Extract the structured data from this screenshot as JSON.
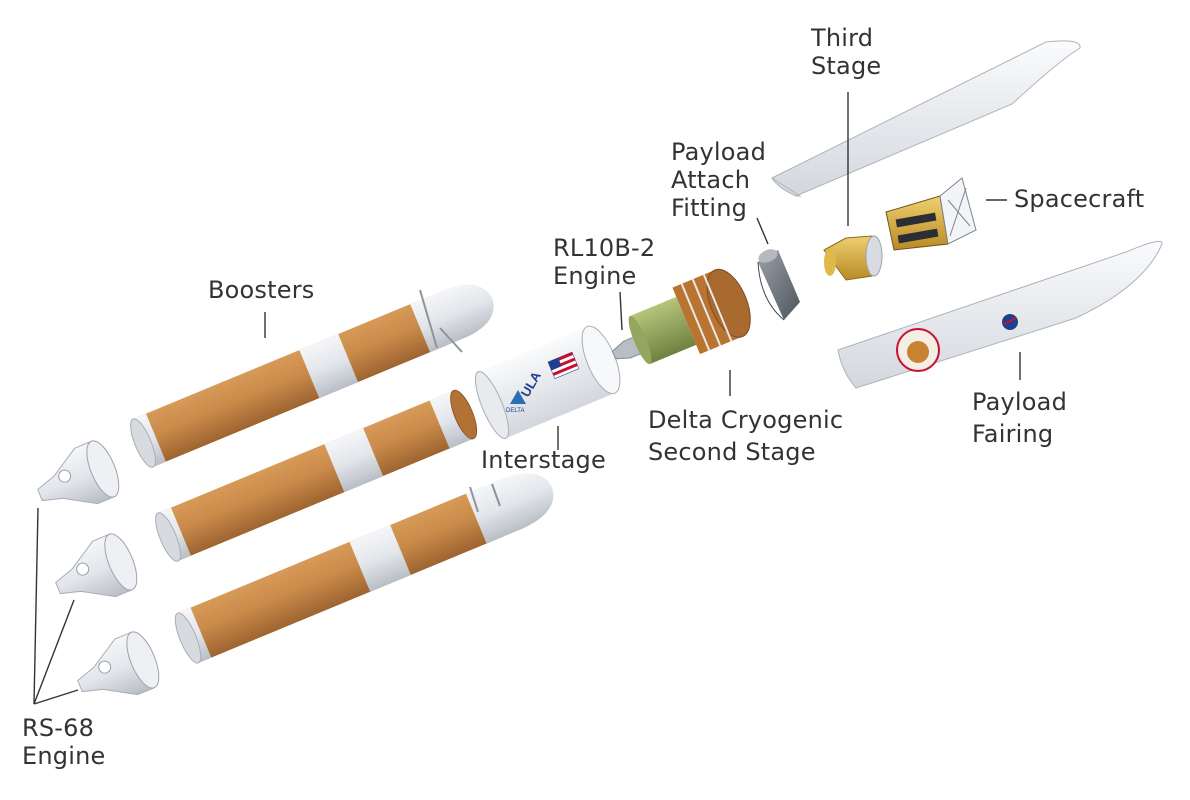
{
  "labels": {
    "boosters": "Boosters",
    "rl10_line1": "RL10B-2",
    "rl10_line2": "Engine",
    "paf_line1": "Payload",
    "paf_line2": "Attach",
    "paf_line3": "Fitting",
    "third_line1": "Third",
    "third_line2": "Stage",
    "spacecraft": "Spacecraft",
    "interstage": "Interstage",
    "dcss_line1": "Delta Cryogenic",
    "dcss_line2": "Second Stage",
    "fairing_line1": "Payload",
    "fairing_line2": "Fairing",
    "rs68_line1": "RS-68",
    "rs68_line2": "Engine"
  },
  "decals": {
    "ula": "ULA",
    "delta": "DELTA"
  },
  "colors": {
    "booster_orange": "#C98A4A",
    "booster_orange_dark": "#A86C34",
    "metal_light": "#E6E8EC",
    "metal_mid": "#C3C7CE",
    "label_text": "#333333",
    "leader_line": "#333333",
    "nasa_blue": "#1F3F8F",
    "flag_red": "#C8102E",
    "paf_gray": "#6E747B",
    "stage_green": "#8FA35A",
    "spacecraft_gold": "#D8A93A"
  }
}
